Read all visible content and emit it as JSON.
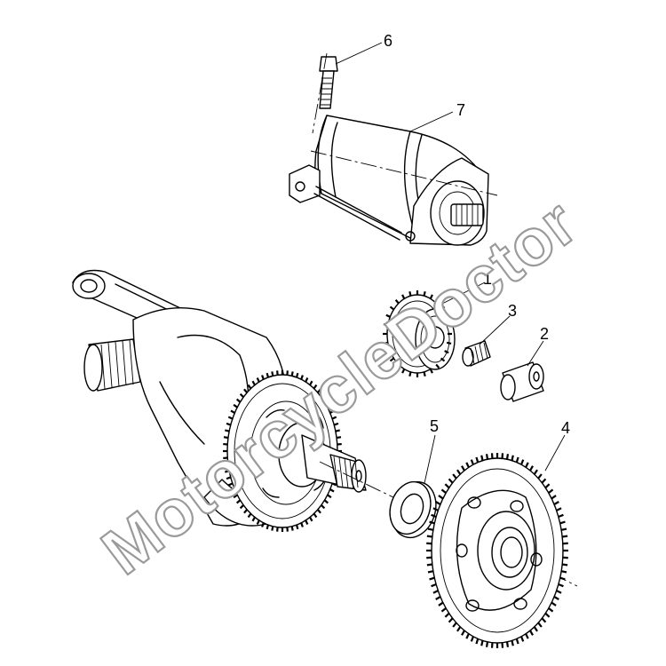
{
  "diagram": {
    "watermark": "MotorcycleDoctor",
    "callouts": [
      {
        "id": "1",
        "label": "1"
      },
      {
        "id": "2",
        "label": "2"
      },
      {
        "id": "3",
        "label": "3"
      },
      {
        "id": "4",
        "label": "4"
      },
      {
        "id": "5",
        "label": "5"
      },
      {
        "id": "6",
        "label": "6"
      },
      {
        "id": "7",
        "label": "7"
      }
    ]
  }
}
